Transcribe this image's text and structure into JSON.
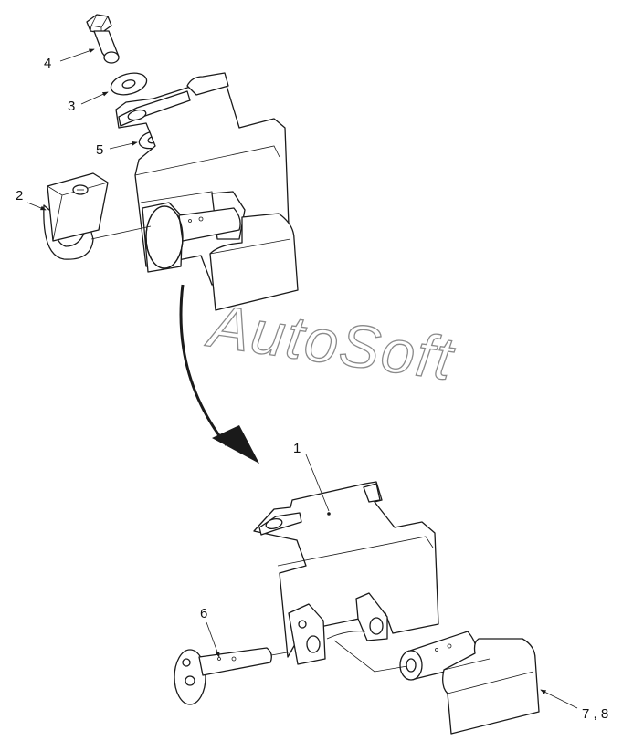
{
  "watermark": "AutoSoft",
  "callouts": {
    "c1": "1",
    "c2": "2",
    "c3": "3",
    "c4": "4",
    "c5": "5",
    "c6": "6",
    "c78": "7 , 8"
  },
  "colors": {
    "line": "#1a1a1a",
    "watermark": "#8a8a8a",
    "background": "#ffffff"
  }
}
